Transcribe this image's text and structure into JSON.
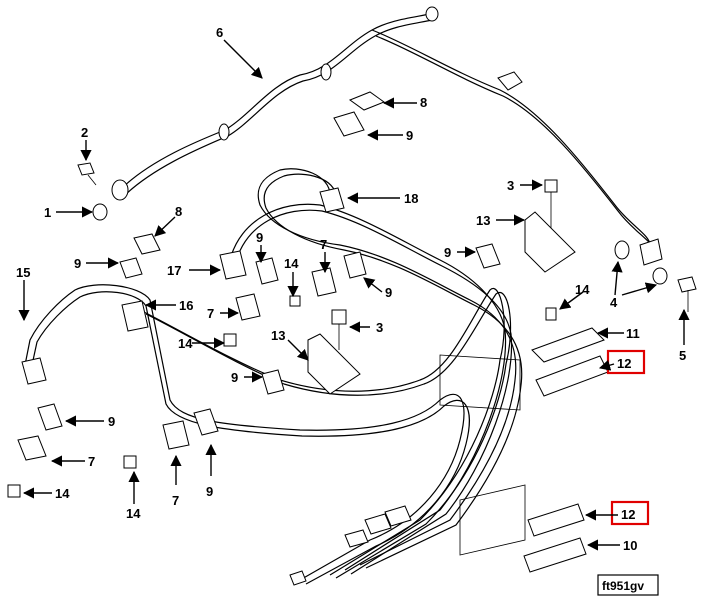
{
  "diagram": {
    "figure_id": "ft951gv",
    "highlight_color": "#e00000",
    "callouts": [
      {
        "id": "c6",
        "label": "6"
      },
      {
        "id": "c8a",
        "label": "8"
      },
      {
        "id": "c9a",
        "label": "9"
      },
      {
        "id": "c2",
        "label": "2"
      },
      {
        "id": "c18",
        "label": "18"
      },
      {
        "id": "c1",
        "label": "1"
      },
      {
        "id": "c8b",
        "label": "8"
      },
      {
        "id": "c3a",
        "label": "3"
      },
      {
        "id": "c13a",
        "label": "13"
      },
      {
        "id": "c9b",
        "label": "9"
      },
      {
        "id": "c9c",
        "label": "9"
      },
      {
        "id": "c15",
        "label": "15"
      },
      {
        "id": "c17",
        "label": "17"
      },
      {
        "id": "c14a",
        "label": "14"
      },
      {
        "id": "c7a",
        "label": "7"
      },
      {
        "id": "c9d",
        "label": "9"
      },
      {
        "id": "c4",
        "label": "4"
      },
      {
        "id": "c16",
        "label": "16"
      },
      {
        "id": "c7b",
        "label": "7"
      },
      {
        "id": "c14b",
        "label": "14"
      },
      {
        "id": "c5",
        "label": "5"
      },
      {
        "id": "c14c",
        "label": "14"
      },
      {
        "id": "c3b",
        "label": "3"
      },
      {
        "id": "c11",
        "label": "11"
      },
      {
        "id": "c13b",
        "label": "13"
      },
      {
        "id": "c12a",
        "label": "12"
      },
      {
        "id": "c9e",
        "label": "9"
      },
      {
        "id": "c9f",
        "label": "9"
      },
      {
        "id": "c7c",
        "label": "7"
      },
      {
        "id": "c14d",
        "label": "14"
      },
      {
        "id": "c7d",
        "label": "7"
      },
      {
        "id": "c9g",
        "label": "9"
      },
      {
        "id": "c12b",
        "label": "12"
      },
      {
        "id": "c10",
        "label": "10"
      },
      {
        "id": "c14e",
        "label": "14"
      }
    ]
  }
}
